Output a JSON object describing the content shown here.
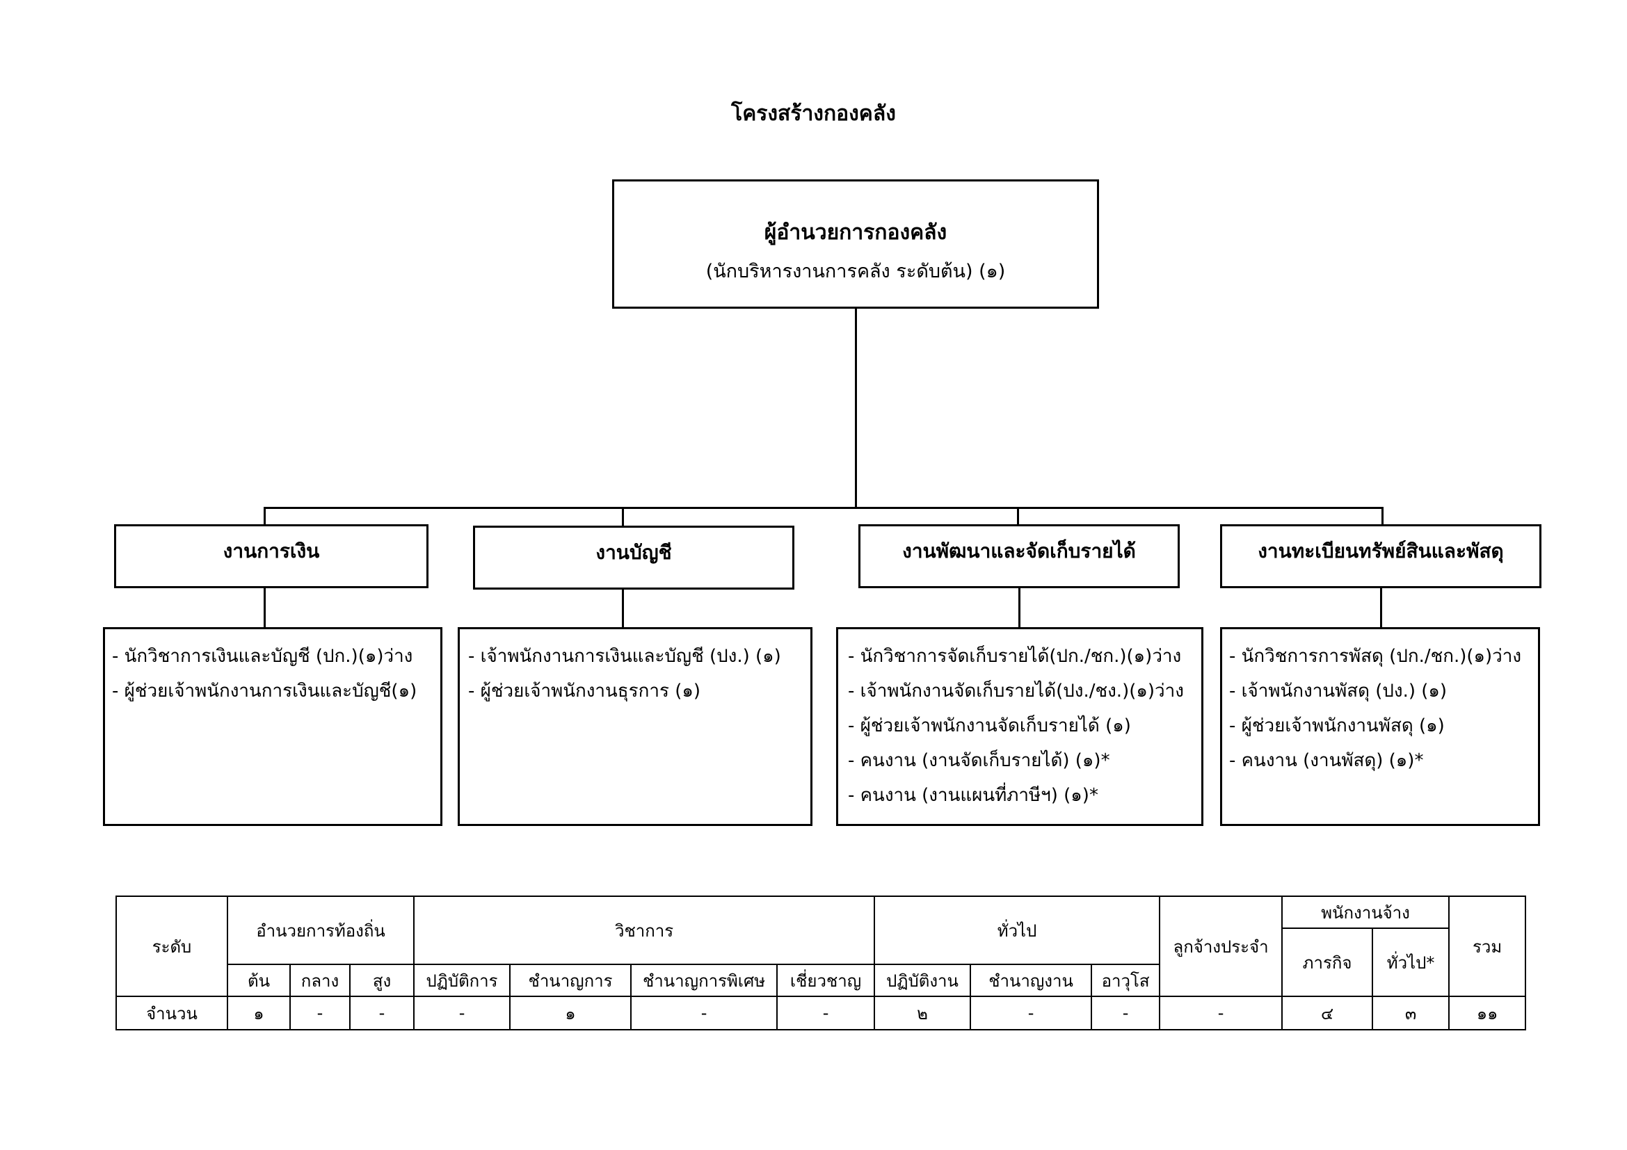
{
  "title": "โครงสร้างกองคลัง",
  "director": {
    "title": "ผู้อำนวยการกองคลัง",
    "subtitle": "(นักบริหารงานการคลัง ระดับต้น) (๑)"
  },
  "sections": [
    {
      "name": "งานการเงิน",
      "staff": [
        "- นักวิชาการเงินและบัญชี (ปก.)(๑)ว่าง",
        "- ผู้ช่วยเจ้าพนักงานการเงินและบัญชี(๑)"
      ]
    },
    {
      "name": "งานบัญชี",
      "staff": [
        "-  เจ้าพนักงานการเงินและบัญชี (ปง.) (๑)",
        "-  ผู้ช่วยเจ้าพนักงานธุรการ (๑)"
      ]
    },
    {
      "name": "งานพัฒนาและจัดเก็บรายได้",
      "staff": [
        "- นักวิชาการจัดเก็บรายได้(ปก./ชก.)(๑)ว่าง",
        "- เจ้าพนักงานจัดเก็บรายได้(ปง./ชง.)(๑)ว่าง",
        "- ผู้ช่วยเจ้าพนักงานจัดเก็บรายได้ (๑)",
        "- คนงาน (งานจัดเก็บรายได้) (๑)*",
        "- คนงาน (งานแผนที่ภาษีฯ) (๑)*"
      ]
    },
    {
      "name": "งานทะเบียนทรัพย์สินและพัสดุ",
      "staff": [
        "- นักวิชการการพัสดุ (ปก./ชก.)(๑)ว่าง",
        "- เจ้าพนักงานพัสดุ (ปง.) (๑)",
        "- ผู้ช่วยเจ้าพนักงานพัสดุ (๑)",
        "- คนงาน (งานพัสดุ) (๑)*"
      ]
    }
  ],
  "table": {
    "level_label": "ระดับ",
    "groups": {
      "local_director": "อำนวยการท้องถิ่น",
      "academic": "วิชาการ",
      "general": "ทั่วไป",
      "permanent": "ลูกจ้างประจำ",
      "contract": "พนักงานจ้าง",
      "total": "รวม"
    },
    "subheaders": {
      "local_director": [
        "ต้น",
        "กลาง",
        "สูง"
      ],
      "academic": [
        "ปฏิบัติการ",
        "ชำนาญการ",
        "ชำนาญการพิเศษ",
        "เชี่ยวชาญ"
      ],
      "general": [
        "ปฏิบัติงาน",
        "ชำนาญงาน",
        "อาวุโส"
      ],
      "contract": [
        "ภารกิจ",
        "ทั่วไป*"
      ]
    },
    "row_label": "จำนวน",
    "values": [
      "๑",
      "-",
      "-",
      "-",
      "๑",
      "-",
      "-",
      "๒",
      "-",
      "-",
      "-",
      "๔",
      "๓",
      "๑๑"
    ]
  }
}
